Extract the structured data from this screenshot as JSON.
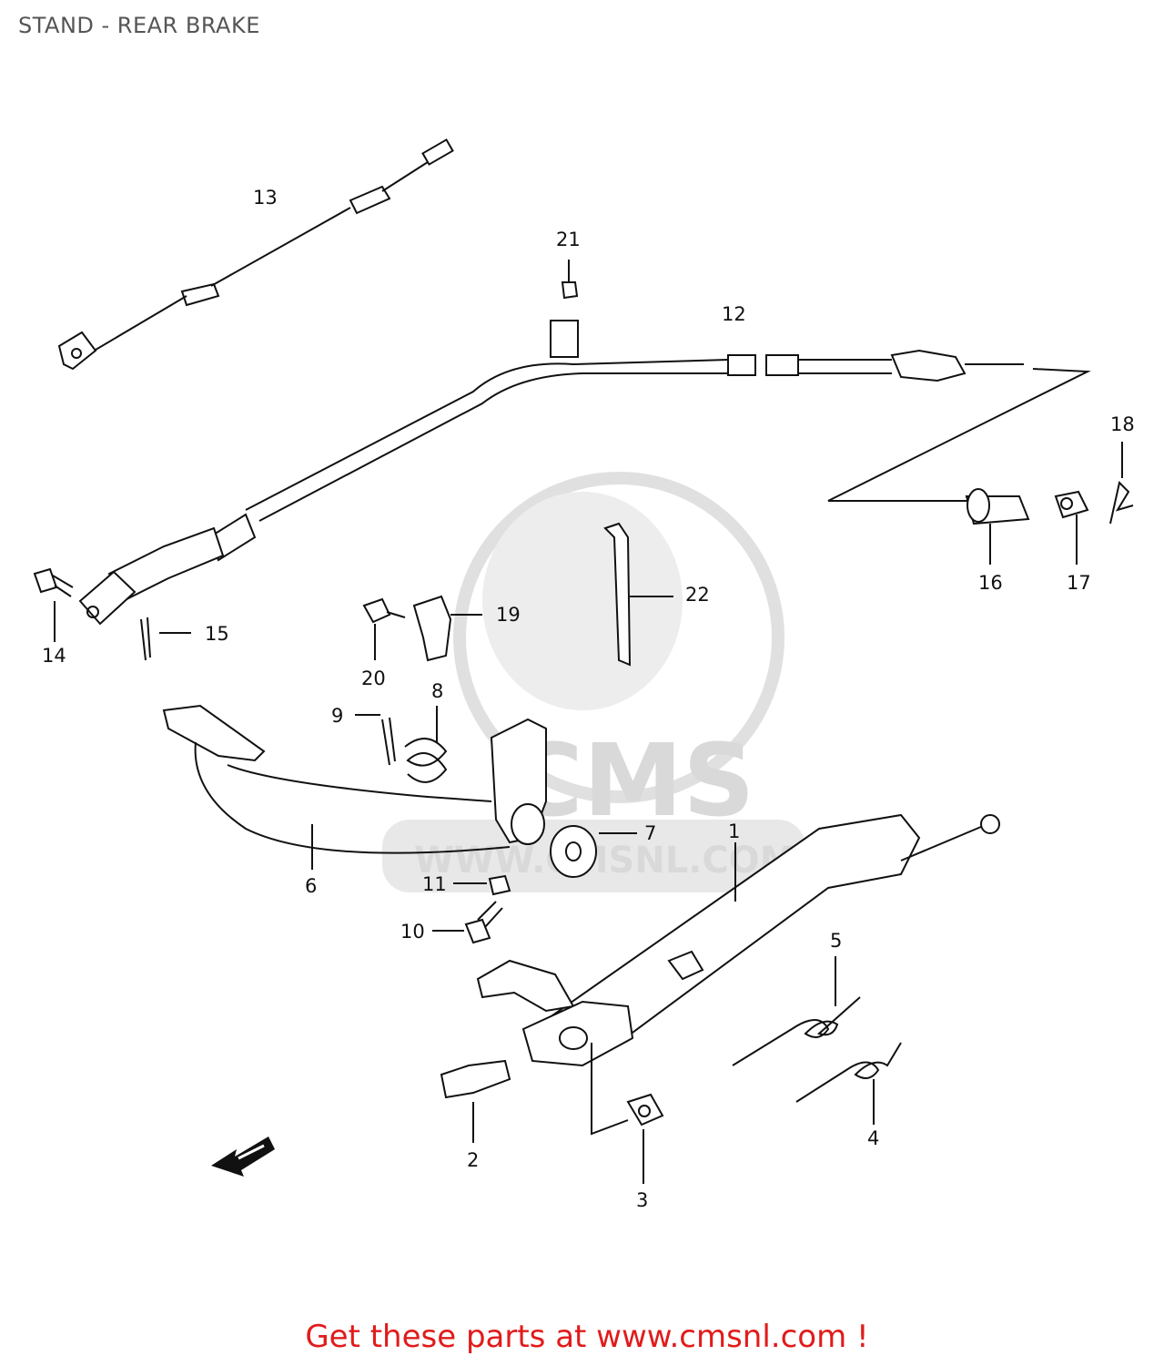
{
  "page": {
    "title": "STAND - REAR BRAKE",
    "footer": "Get these parts at www.cmsnl.com !",
    "footer_color": "#e11b1b"
  },
  "watermark": {
    "logo_text": "CMS",
    "url_text": "WWW.CMSNL.COM"
  },
  "callouts": [
    {
      "id": "label-1",
      "text": "1"
    },
    {
      "id": "label-2",
      "text": "2"
    },
    {
      "id": "label-3",
      "text": "3"
    },
    {
      "id": "label-4",
      "text": "4"
    },
    {
      "id": "label-5",
      "text": "5"
    },
    {
      "id": "label-6",
      "text": "6"
    },
    {
      "id": "label-7",
      "text": "7"
    },
    {
      "id": "label-8",
      "text": "8"
    },
    {
      "id": "label-9",
      "text": "9"
    },
    {
      "id": "label-10",
      "text": "10"
    },
    {
      "id": "label-11",
      "text": "11"
    },
    {
      "id": "label-12",
      "text": "12"
    },
    {
      "id": "label-13",
      "text": "13"
    },
    {
      "id": "label-14",
      "text": "14"
    },
    {
      "id": "label-15",
      "text": "15"
    },
    {
      "id": "label-16",
      "text": "16"
    },
    {
      "id": "label-17",
      "text": "17"
    },
    {
      "id": "label-18",
      "text": "18"
    },
    {
      "id": "label-19",
      "text": "19"
    },
    {
      "id": "label-20",
      "text": "20"
    },
    {
      "id": "label-21",
      "text": "21"
    },
    {
      "id": "label-22",
      "text": "22"
    }
  ]
}
